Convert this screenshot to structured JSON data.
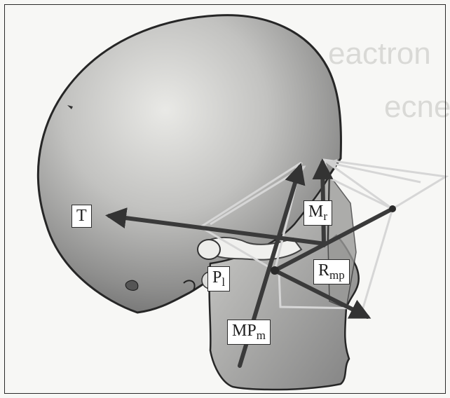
{
  "figure": {
    "labels": {
      "T": {
        "main": "T",
        "sub": ""
      },
      "Mr": {
        "main": "M",
        "sub": "r"
      },
      "Pl": {
        "main": "P",
        "sub": "l"
      },
      "Rmp": {
        "main": "R",
        "sub": "mp"
      },
      "MPm": {
        "main": "MP",
        "sub": "m"
      }
    },
    "ghost_text": [
      "eactron",
      "ecne"
    ],
    "colors": {
      "skull_light": "#e6e6e3",
      "skull_dark": "#707070",
      "vectors": "#3a3a3a",
      "construction_lines": "#d4d4d4",
      "label_bg": "#ffffff"
    }
  }
}
